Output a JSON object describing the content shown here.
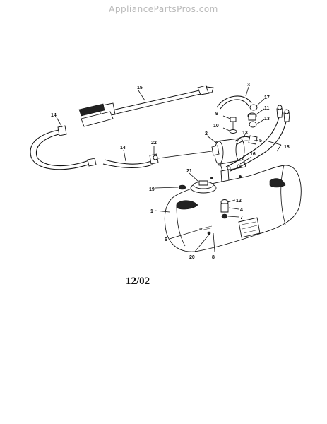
{
  "watermark": "AppliancePartsPros.com",
  "date_code": "12/02",
  "callouts": {
    "c1": "1",
    "c2": "2",
    "c3": "3",
    "c4": "4",
    "c5": "5",
    "c6": "6",
    "c7": "7",
    "c8": "8",
    "c9": "9",
    "c10": "10",
    "c11": "11",
    "c12": "12",
    "c13a": "13",
    "c13b": "13",
    "c14a": "14",
    "c14b": "14",
    "c15": "15",
    "c16": "16",
    "c17": "17",
    "c18": "18",
    "c19": "19",
    "c20": "20",
    "c21": "21",
    "c22": "22"
  }
}
